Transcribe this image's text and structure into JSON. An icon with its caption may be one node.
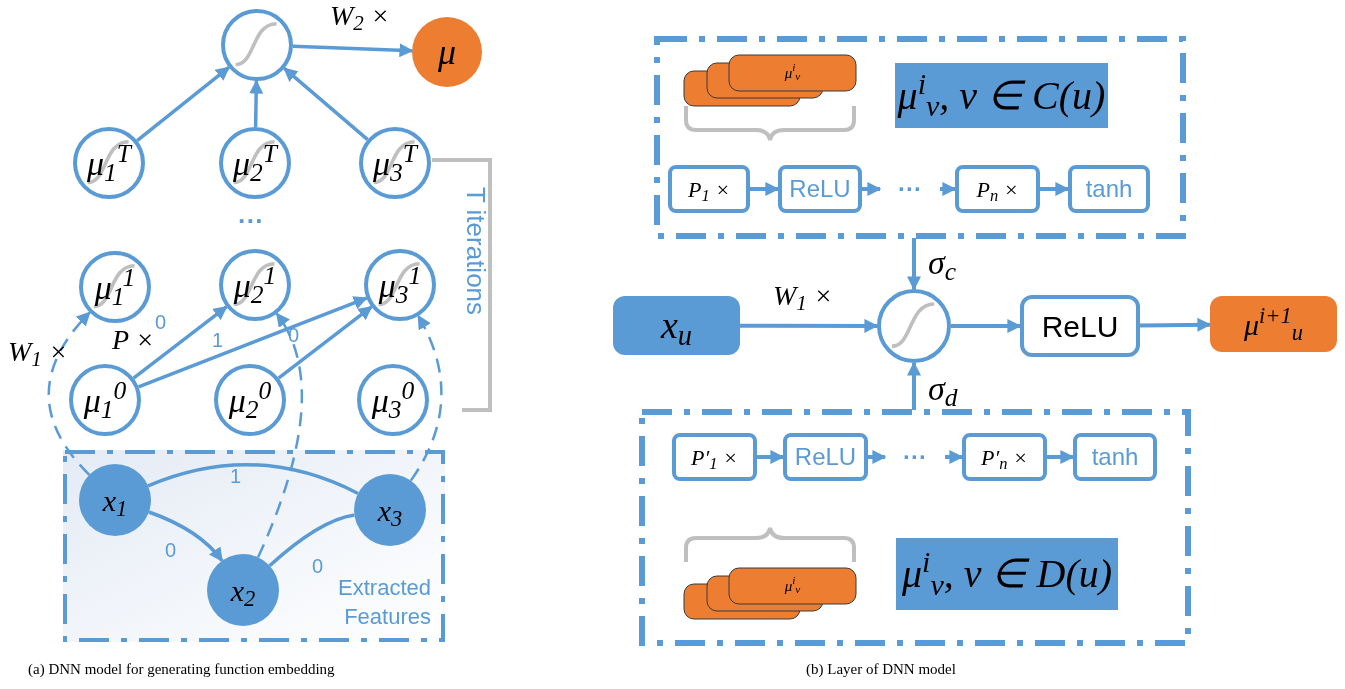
{
  "diagram": {
    "nodes": [
      {
        "text": [],
        "shape": "circle"
      },
      {
        "text": [
          "μ"
        ]
      },
      {
        "text": [
          "μ$_{1}$$^{T}$"
        ]
      },
      {
        "text": [
          "μ$_{2}$$^{T}$"
        ]
      },
      {
        "text": [
          "μ$_{3}$$^{T}$"
        ]
      },
      {
        "text": [
          "μ$_{1}$$^{1}$"
        ]
      },
      {
        "text": [
          "μ$_{2}$$^{1}$"
        ]
      },
      {
        "text": [
          "μ$_{3}$$^{1}$"
        ]
      },
      {
        "text": [
          "μ$_{1}$$^{0}$"
        ]
      },
      {
        "text": [
          "μ$_{2}$$^{0}$"
        ]
      },
      {
        "text": [
          "μ$_{3}$$^{0}$"
        ]
      },
      {
        "text": [
          "Extracted Features"
        ]
      },
      {
        "text": [
          "x$_{1}$"
        ],
        "in": 11
      },
      {
        "text": [
          "x$_{2}$"
        ],
        "in": 11
      },
      {
        "text": [
          "x$_{3}$"
        ],
        "in": 11
      },
      {
        "text": [],
        "shape": "box"
      },
      {
        "text": [
          "μ$^{i}$$_{v}$"
        ],
        "in": 15
      },
      {
        "text": [
          "μ$^{i}$$_{v}$, v ∈ C(u)"
        ],
        "in": 15
      },
      {
        "text": [
          "P$_{1}$ ×"
        ],
        "in": 15
      },
      {
        "text": [
          "ReLU"
        ],
        "in": 15
      },
      {
        "text": [
          "···"
        ],
        "in": 15
      },
      {
        "text": [
          "P$_{n}$ ×"
        ],
        "in": 15
      },
      {
        "text": [
          "tanh"
        ],
        "in": 15
      },
      {
        "text": [
          "x$_{u}$"
        ]
      },
      {
        "text": [],
        "shape": "circle"
      },
      {
        "text": [
          "ReLU"
        ]
      },
      {
        "text": [
          "μ$^{i+1}$$_{u}$"
        ]
      },
      {
        "text": [],
        "shape": "box"
      },
      {
        "text": [
          "P′$_{1}$ ×"
        ],
        "in": 27
      },
      {
        "text": [
          "ReLU"
        ],
        "in": 27
      },
      {
        "text": [
          "···"
        ],
        "in": 27
      },
      {
        "text": [
          "P′$_{n}$ ×"
        ],
        "in": 27
      },
      {
        "text": [
          "tanh"
        ],
        "in": 27
      },
      {
        "text": [
          "μ$^{i}$$_{v}$"
        ],
        "in": 27
      },
      {
        "text": [
          "μ$^{i}$$_{v}$, v ∈ D(u)"
        ],
        "in": 27
      }
    ],
    "edges": [
      {
        "from": 2,
        "to": 0,
        "arrow": "to"
      },
      {
        "from": 3,
        "to": 0,
        "arrow": "to"
      },
      {
        "from": 4,
        "to": 0,
        "arrow": "to"
      },
      {
        "from": 0,
        "to": 1,
        "arrow": "to",
        "label": "W$_{2}$ ×"
      },
      {
        "from": 8,
        "to": 6,
        "arrow": "to",
        "label": "0"
      },
      {
        "from": 8,
        "to": 7,
        "arrow": "to",
        "label": "1"
      },
      {
        "from": 9,
        "to": 7,
        "arrow": "to",
        "label": "0"
      },
      {
        "from": 12,
        "to": 5,
        "arrow": "to",
        "style": "dashed"
      },
      {
        "from": 13,
        "to": 6,
        "arrow": "to",
        "style": "dashed"
      },
      {
        "from": 14,
        "to": 7,
        "arrow": "to",
        "style": "dashed"
      },
      {
        "from": 12,
        "to": 14,
        "arrow": "none",
        "label": "1"
      },
      {
        "from": 12,
        "to": 13,
        "arrow": "to",
        "label": "0"
      },
      {
        "from": 13,
        "to": 14,
        "arrow": "none",
        "label": "0"
      },
      {
        "from": 18,
        "to": 19,
        "arrow": "to"
      },
      {
        "from": 19,
        "to": 20,
        "arrow": "to"
      },
      {
        "from": 20,
        "to": 21,
        "arrow": "to"
      },
      {
        "from": 21,
        "to": 22,
        "arrow": "to"
      },
      {
        "from": 15,
        "to": 24,
        "arrow": "to",
        "label": "σ$_{c}$"
      },
      {
        "from": 23,
        "to": 24,
        "arrow": "to",
        "label": "W$_{1}$ ×"
      },
      {
        "from": 24,
        "to": 25,
        "arrow": "to"
      },
      {
        "from": 25,
        "to": 26,
        "arrow": "to"
      },
      {
        "from": 27,
        "to": 24,
        "arrow": "to",
        "label": "σ$_{d}$"
      },
      {
        "from": 28,
        "to": 29,
        "arrow": "to"
      },
      {
        "from": 29,
        "to": 30,
        "arrow": "to"
      },
      {
        "from": 30,
        "to": 31,
        "arrow": "to"
      },
      {
        "from": 31,
        "to": 32,
        "arrow": "to"
      }
    ],
    "labels": [
      "W$_{1}$ ×",
      "P ×",
      "···",
      "T iterations",
      "(a)  DNN model for generating function embedding",
      "(b)  Layer of DNN model"
    ]
  }
}
